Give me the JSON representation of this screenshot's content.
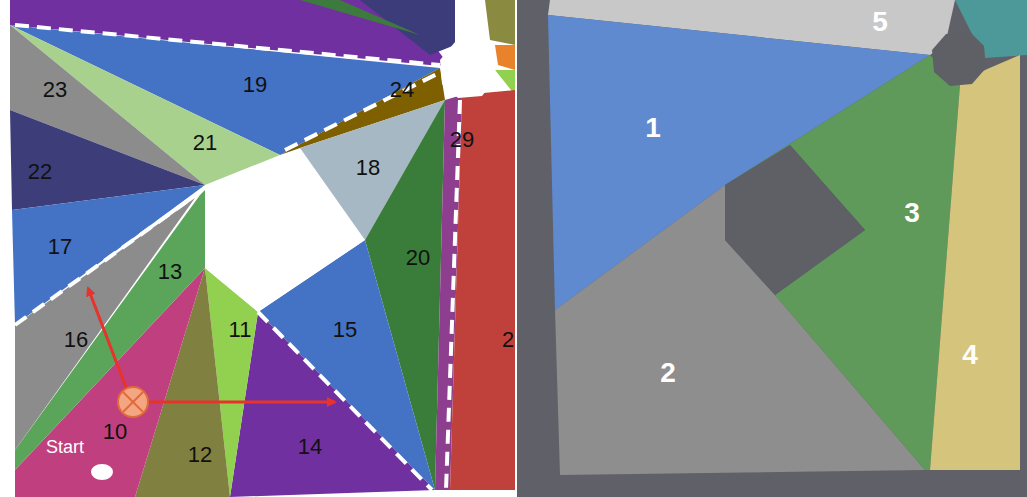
{
  "diagram": {
    "labels": [
      "23",
      "19",
      "24",
      "21",
      "29",
      "22",
      "18",
      "20",
      "17",
      "13",
      "11",
      "15",
      "2",
      "16",
      "10",
      "Start",
      "12",
      "14",
      "5",
      "1",
      "3",
      "4",
      "2"
    ]
  }
}
